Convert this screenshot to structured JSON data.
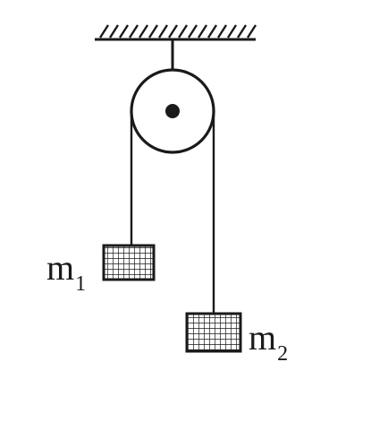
{
  "labels": {
    "mass1": {
      "base": "m",
      "subscript": "1"
    },
    "mass2": {
      "base": "m",
      "subscript": "2"
    }
  },
  "colors": {
    "ink": "#1a1a1a",
    "background": "#ffffff"
  }
}
